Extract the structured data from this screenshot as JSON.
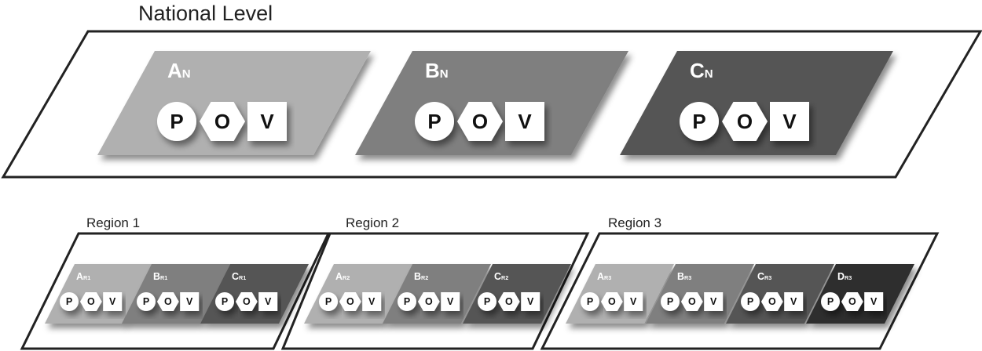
{
  "national": {
    "title": "National Level",
    "units": [
      {
        "letter": "A",
        "sub": "N",
        "color": "#b0b0b0"
      },
      {
        "letter": "B",
        "sub": "N",
        "color": "#7f7f7f"
      },
      {
        "letter": "C",
        "sub": "N",
        "color": "#555555"
      }
    ]
  },
  "pov": {
    "p": "P",
    "o": "O",
    "v": "V"
  },
  "regions": [
    {
      "title": "Region 1",
      "units": [
        {
          "letter": "A",
          "sub": "R1",
          "color": "#b0b0b0"
        },
        {
          "letter": "B",
          "sub": "R1",
          "color": "#7f7f7f"
        },
        {
          "letter": "C",
          "sub": "R1",
          "color": "#555555"
        }
      ]
    },
    {
      "title": "Region 2",
      "units": [
        {
          "letter": "A",
          "sub": "R2",
          "color": "#b0b0b0"
        },
        {
          "letter": "B",
          "sub": "R2",
          "color": "#7f7f7f"
        },
        {
          "letter": "C",
          "sub": "R2",
          "color": "#555555"
        }
      ]
    },
    {
      "title": "Region 3",
      "units": [
        {
          "letter": "A",
          "sub": "R3",
          "color": "#b0b0b0"
        },
        {
          "letter": "B",
          "sub": "R3",
          "color": "#7f7f7f"
        },
        {
          "letter": "C",
          "sub": "R3",
          "color": "#555555"
        },
        {
          "letter": "D",
          "sub": "R3",
          "color": "#2e2e2e"
        }
      ]
    }
  ]
}
